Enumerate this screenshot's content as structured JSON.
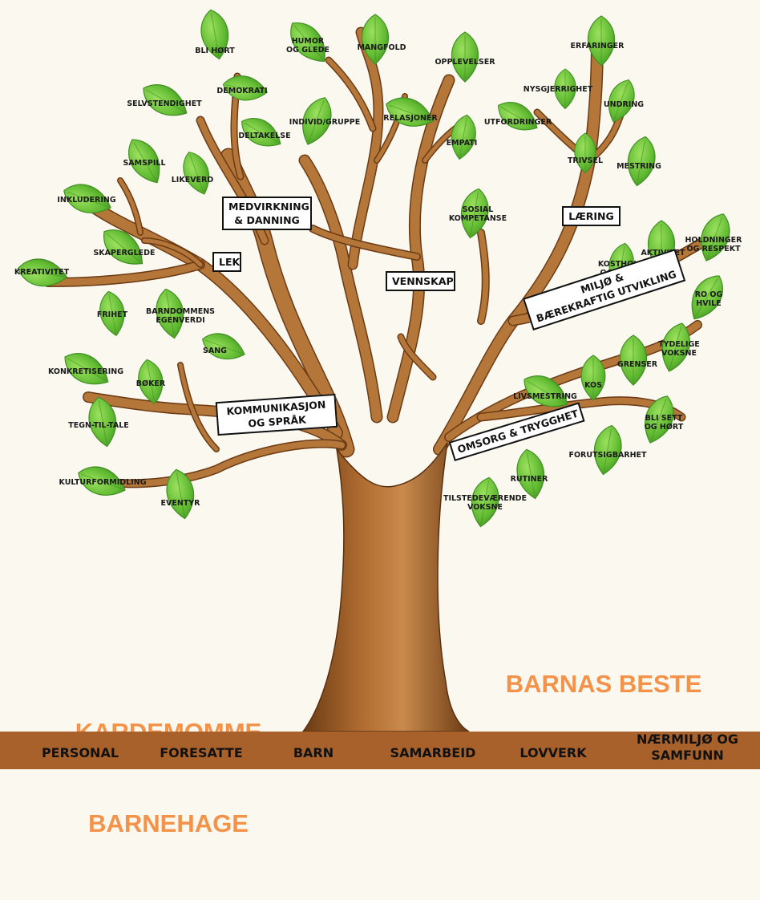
{
  "brand": {
    "line1": "KARDEMOMME",
    "line2": "BARNEHAGE"
  },
  "motto": "BARNAS BESTE",
  "colors": {
    "leaf": "#6fc63a",
    "leaf_dark": "#3f8f22",
    "bark": "#a8652c",
    "bark_dark": "#6b3b14",
    "accent": "#f4924a",
    "footer": "#a8612b"
  },
  "branches": {
    "medvirkning": "MEDVIRKNING\n& DANNING",
    "lek": "LEK",
    "vennskap": "VENNSKAP",
    "laering": "LÆRING",
    "miljo": "MILJØ &\nBÆREKRAFTIG UTVIKLING",
    "kommunikasjon": "KOMMUNIKASJON\nOG SPRÅK",
    "omsorg": "OMSORG & TRYGGHET"
  },
  "leaves": {
    "bli_hort": "BLI HØRT",
    "humor": "HUMOR\nOG GLEDE",
    "mangfold": "MANGFOLD",
    "opplevelser": "OPPLEVELSER",
    "erfaringer": "ERFARINGER",
    "demokrati": "DEMOKRATI",
    "selvstendighet": "SELVSTENDIGHET",
    "individ": "INDIVID/GRUPPE",
    "relasjoner": "RELASJONER",
    "nysgjerrighet": "NYSGJERRIGHET",
    "undring": "UNDRING",
    "deltakelse": "DELTAKELSE",
    "empati": "EMPATI",
    "utfordringer": "UTFORDRINGER",
    "samspill": "SAMSPILL",
    "likeverd": "LIKEVERD",
    "trivsel": "TRIVSEL",
    "mestring": "MESTRING",
    "inkludering": "INKLUDERING",
    "sosial": "SOSIAL\nKOMPETANSE",
    "skaperglede": "SKAPERGLEDE",
    "holdninger": "HOLDNINGER\nOG RESPEKT",
    "aktivitet": "AKTIVITET",
    "kreativitet": "KREATIVITET",
    "kosthold": "KOSTHOLD\nOG HELSE",
    "frihet": "FRIHET",
    "ro": "RO OG\nHVILE",
    "barndommens": "BARNDOMMENS\nEGENVERDI",
    "sang": "SANG",
    "tydelige": "TYDELIGE\nVOKSNE",
    "grenser": "GRENSER",
    "konkretisering": "KONKRETISERING",
    "boker": "BØKER",
    "kos": "KOS",
    "livsmestring": "LIVSMESTRING",
    "tegn": "TEGN-TIL-TALE",
    "bli_sett": "BLI SETT\nOG HØRT",
    "forutsigbarhet": "FORUTSIGBARHET",
    "kulturformidling": "KULTURFORMIDLING",
    "eventyr": "EVENTYR",
    "rutiner": "RUTINER",
    "tilstedevaerende": "TILSTEDEVÆRENDE\nVOKSNE"
  },
  "footer": [
    "PERSONAL",
    "FORESATTE",
    "BARN",
    "SAMARBEID",
    "LOVVERK",
    "NÆRMILJØ OG\nSAMFUNN"
  ]
}
